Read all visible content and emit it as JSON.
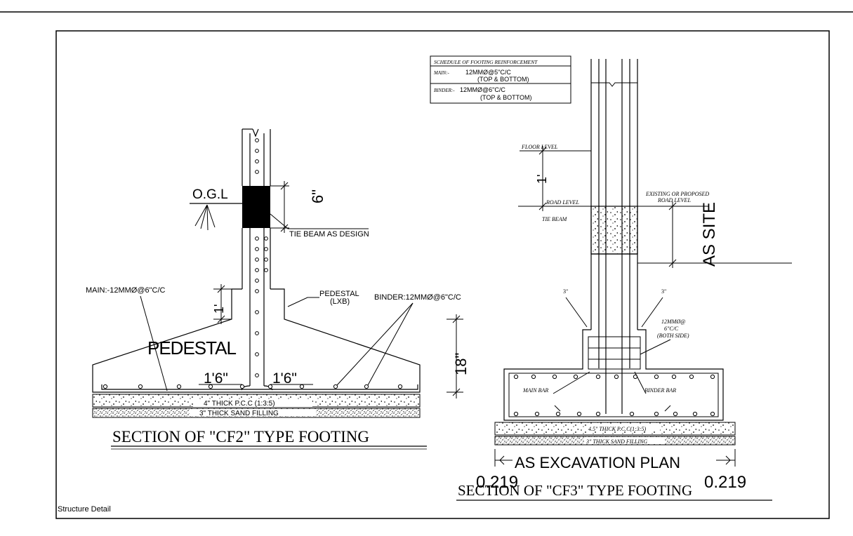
{
  "sheet": {
    "footer_label": "Structure Detail"
  },
  "cf2": {
    "title": "SECTION OF \"CF2\" TYPE FOOTING",
    "ogl": "O.G.L",
    "tie_beam_depth": "6\"",
    "tie_beam_label": "TIE BEAM AS DESIGN",
    "main_label": "MAIN:-12MMØ@6\"C/C",
    "pedestal_label": "PEDESTAL",
    "pedestal_dim": "(LXB)",
    "binder_label": "BINDER:12MMØ@6\"C/C",
    "pedestal_height": "1'",
    "pedestal_text": "PEDESTAL",
    "footing_depth": "18\"",
    "offset_left": "1'6\"",
    "offset_right": "1'6\"",
    "pcc_label": "4\" THICK P.C.C (1:3:5)",
    "sand_label": "3\" THICK SAND FILLING"
  },
  "schedule": {
    "title": "SCHEDULE OF FOOTING REINFORCEMENT",
    "main_key": "MAIN:-",
    "main_value": "12MMØ@5\"C/C",
    "main_note": "(TOP & BOTTOM)",
    "binder_key": "BINDER:-",
    "binder_value": "12MMØ@6\"C/C",
    "binder_note": "(TOP & BOTTOM)"
  },
  "cf3": {
    "title": "SECTION OF \"CF3\" TYPE FOOTING",
    "floor_level": "FLOOR LEVEL",
    "floor_height": "1'",
    "road_level": "ROAD LEVEL",
    "tie_beam": "TIE BEAM",
    "existing_road": "EXISTING OR PROPOSED",
    "existing_road_2": "ROAD LEVEL",
    "as_site": "AS SITE",
    "offset_left": "3\"",
    "offset_right": "3\"",
    "ring_label": "12MMØ@",
    "ring_spacing": "6\"C/C",
    "ring_side": "(BOTH SIDE)",
    "main_bar": "MAIN BAR",
    "binder_bar": "BINDER BAR",
    "pcc_label": "4.5\" THICK P.C.C(1:3:5)",
    "sand_label": "3\" THICK SAND FILLING",
    "excavation": "AS EXCAVATION PLAN",
    "dim_left": "0.219",
    "dim_right": "0.219"
  }
}
